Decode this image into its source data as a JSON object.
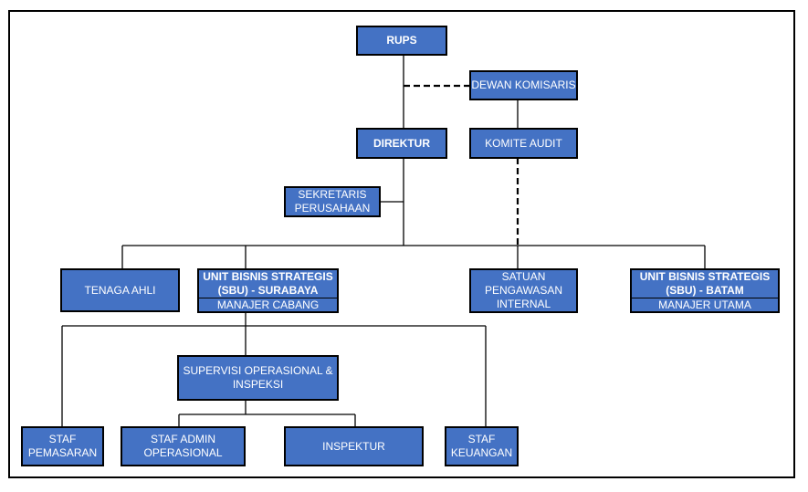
{
  "org_chart": {
    "rups": "RUPS",
    "dewan_komisaris": "DEWAN KOMISARIS",
    "direktur": "DIREKTUR",
    "komite_audit": "KOMITE AUDIT",
    "sekretaris": "SEKRETARIS\nPERUSAHAAN",
    "tenaga_ahli": "TENAGA AHLI",
    "sbu_surabaya": {
      "title": "UNIT BISNIS STRATEGIS\n(SBU) - SURABAYA",
      "manager": "MANAJER CABANG"
    },
    "satuan_pengawasan": "SATUAN\nPENGAWASAN\nINTERNAL",
    "sbu_batam": {
      "title": "UNIT BISNIS STRATEGIS\n(SBU) - BATAM",
      "manager": "MANAJER UTAMA"
    },
    "supervisi": "SUPERVISI OPERASIONAL &\nINSPEKSI",
    "staf_pemasaran": "STAF\nPEMASARAN",
    "staf_admin": "STAF ADMIN\nOPERASIONAL",
    "inspektur": "INSPEKTUR",
    "staf_keuangan": "STAF\nKEUANGAN"
  },
  "colors": {
    "box_fill": "#4472C4",
    "box_text": "#ffffff",
    "line": "#000000"
  }
}
